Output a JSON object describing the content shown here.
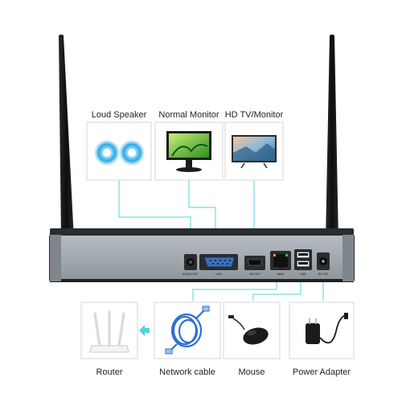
{
  "devices_top": [
    {
      "label": "Loud Speaker",
      "icon": "loud-speaker-icon"
    },
    {
      "label": "Normal Monitor",
      "icon": "normal-monitor-icon"
    },
    {
      "label": "HD TV/Monitor",
      "icon": "hd-tv-icon"
    }
  ],
  "devices_bottom": [
    {
      "label": "Router",
      "icon": "router-icon"
    },
    {
      "label": "Network cable",
      "icon": "network-cable-icon"
    },
    {
      "label": "Mouse",
      "icon": "mouse-icon"
    },
    {
      "label": "Power Adapter",
      "icon": "power-adapter-icon"
    }
  ],
  "nvr_ports": {
    "audio": "AUDIO OUT",
    "vga": "VGA",
    "hdmi": "HD OUT",
    "lan": "WAN",
    "usb": "USB",
    "power": "DC 12V"
  },
  "colors": {
    "connector_line": "#4fd4dc",
    "chassis_front": "#9aa2a8",
    "chassis_dark": "#1f2124",
    "antenna": "#161616",
    "box_border": "#d7d7d7",
    "arrow": "#4fd4dc"
  }
}
